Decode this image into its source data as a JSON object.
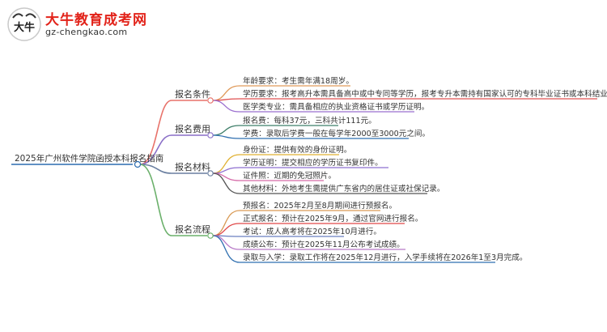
{
  "logo": {
    "title": "大牛教育成考网",
    "url": "gz-chengkao.com",
    "mark_char": "大牛",
    "brand_color": "#e2231a"
  },
  "root": {
    "label": "2025年广州软件学院函授本科报名指南",
    "color": "#2b6cb0"
  },
  "branches": [
    {
      "label": "报名条件",
      "color": "#e8726a",
      "items": [
        "年龄要求：考生需年满18周岁。",
        "学历要求：报考高升本需具备高中或中专同等学历，报考专升本需持有国家认可的专科毕业证书或本科结业证书。",
        "医学类专业：需具备相应的执业资格证书或学历证明。"
      ],
      "item_colors": [
        "#e09a5a",
        "#e05050",
        "#9b6fcf"
      ]
    },
    {
      "label": "报名费用",
      "color": "#8a6fc7",
      "items": [
        "报名费：每科37元，三科共计111元。",
        "学费：录取后学费一般在每学年2000至3000元之间。"
      ],
      "item_colors": [
        "#3f7f6a",
        "#2f6fb0"
      ]
    },
    {
      "label": "报名材料",
      "color": "#6a7fa0",
      "items": [
        "身份证：提供有效的身份证明。",
        "学历证明：提交相应的学历证书复印件。",
        "证件照：近期的免冠照片。",
        "其他材料：外地考生需提供广东省内的居住证或社保记录。"
      ],
      "item_colors": [
        "#e0b030",
        "#8e6fd0",
        "#d66aa8",
        "#555555"
      ]
    },
    {
      "label": "报名流程",
      "color": "#6bb06b",
      "items": [
        "预报名：2025年2月至8月期间进行预报名。",
        "正式报名：预计在2025年9月，通过官网进行报名。",
        "考试：成人高考将在2025年10月进行。",
        "成绩公布：预计在2025年11月公布考试成绩。",
        "录取与入学：录取工作将在2025年12月进行，入学手续将在2026年1至3月完成。"
      ],
      "item_colors": [
        "#d99a55",
        "#e04848",
        "#6a7fc0",
        "#b87ac8",
        "#2f6fb0"
      ]
    }
  ]
}
